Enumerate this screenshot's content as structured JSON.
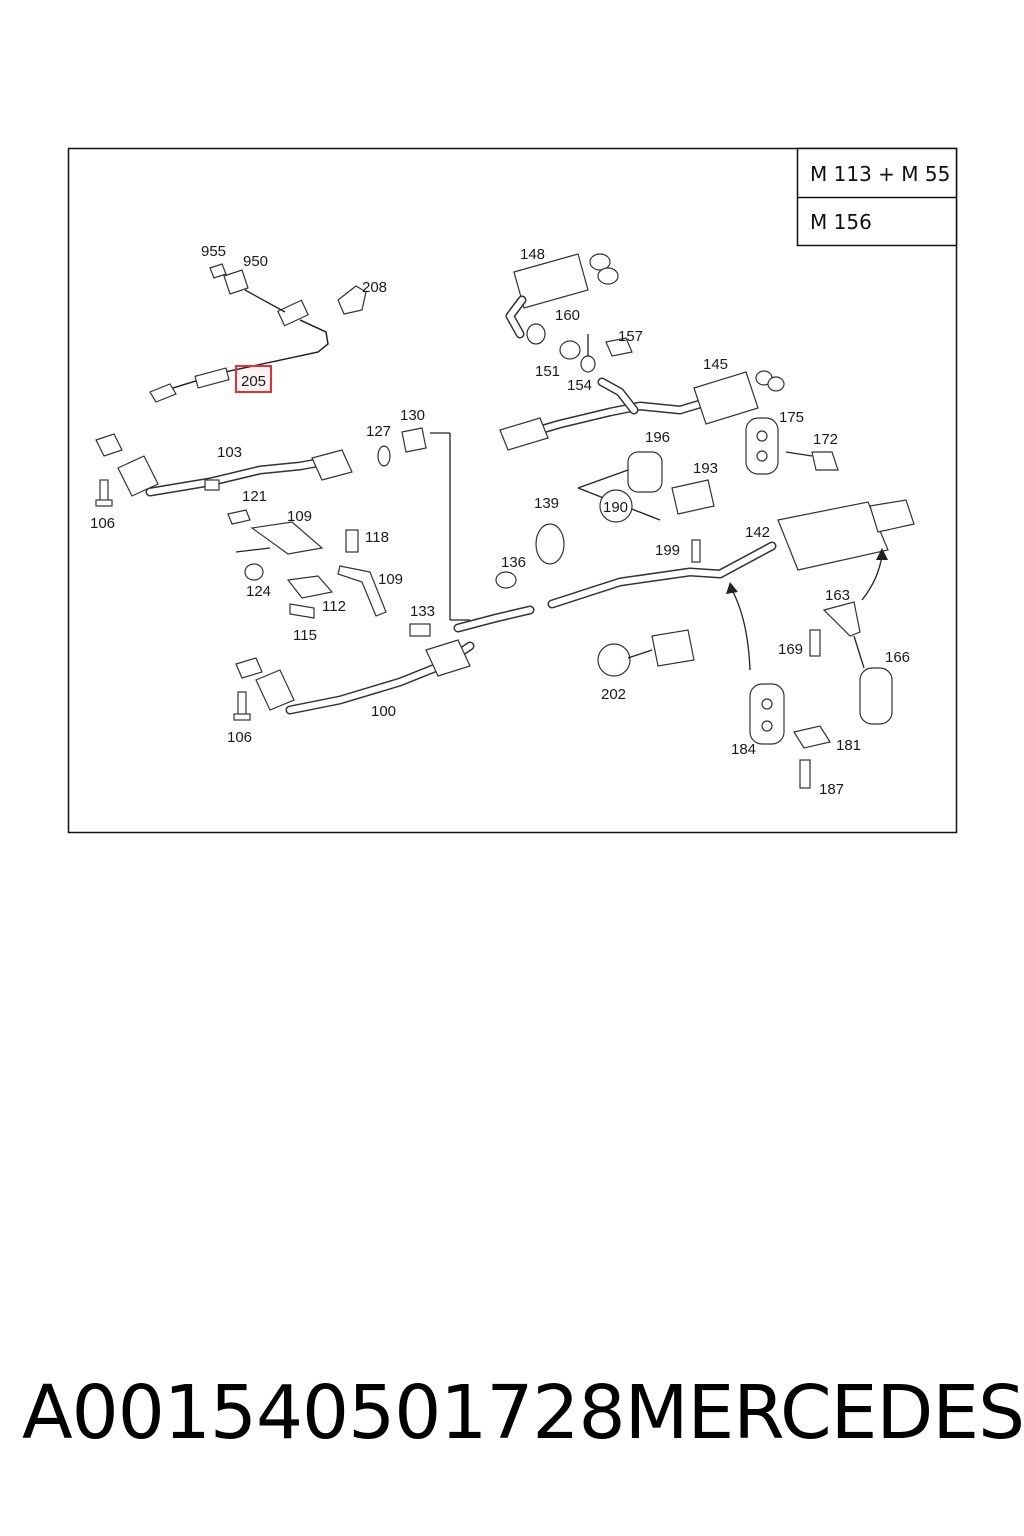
{
  "variants": [
    "M 113 + M 55",
    "M 156"
  ],
  "highlighted_part": "205",
  "part_labels": [
    {
      "id": "p955",
      "text": "955"
    },
    {
      "id": "p950",
      "text": "950"
    },
    {
      "id": "p208",
      "text": "208"
    },
    {
      "id": "p205",
      "text": "205"
    },
    {
      "id": "p148",
      "text": "148"
    },
    {
      "id": "p160",
      "text": "160"
    },
    {
      "id": "p157",
      "text": "157"
    },
    {
      "id": "p151",
      "text": "151"
    },
    {
      "id": "p154",
      "text": "154"
    },
    {
      "id": "p145",
      "text": "145"
    },
    {
      "id": "p175",
      "text": "175"
    },
    {
      "id": "p172",
      "text": "172"
    },
    {
      "id": "p130",
      "text": "130"
    },
    {
      "id": "p127",
      "text": "127"
    },
    {
      "id": "p103",
      "text": "103"
    },
    {
      "id": "p106a",
      "text": "106"
    },
    {
      "id": "p121",
      "text": "121"
    },
    {
      "id": "p109a",
      "text": "109"
    },
    {
      "id": "p118",
      "text": "118"
    },
    {
      "id": "p124",
      "text": "124"
    },
    {
      "id": "p109b",
      "text": "109"
    },
    {
      "id": "p112",
      "text": "112"
    },
    {
      "id": "p115",
      "text": "115"
    },
    {
      "id": "p196",
      "text": "196"
    },
    {
      "id": "p193",
      "text": "193"
    },
    {
      "id": "p190",
      "text": "190"
    },
    {
      "id": "p139",
      "text": "139"
    },
    {
      "id": "p199",
      "text": "199"
    },
    {
      "id": "p142",
      "text": "142"
    },
    {
      "id": "p136",
      "text": "136"
    },
    {
      "id": "p133",
      "text": "133"
    },
    {
      "id": "p163",
      "text": "163"
    },
    {
      "id": "p169",
      "text": "169"
    },
    {
      "id": "p166",
      "text": "166"
    },
    {
      "id": "p202",
      "text": "202"
    },
    {
      "id": "p100",
      "text": "100"
    },
    {
      "id": "p106b",
      "text": "106"
    },
    {
      "id": "p184",
      "text": "184"
    },
    {
      "id": "p181",
      "text": "181"
    },
    {
      "id": "p187",
      "text": "187"
    }
  ],
  "colors": {
    "highlight": "#e0303a",
    "line": "#222222"
  },
  "caption": {
    "part_number": "A001540501728",
    "brand": "MERCEDES"
  }
}
